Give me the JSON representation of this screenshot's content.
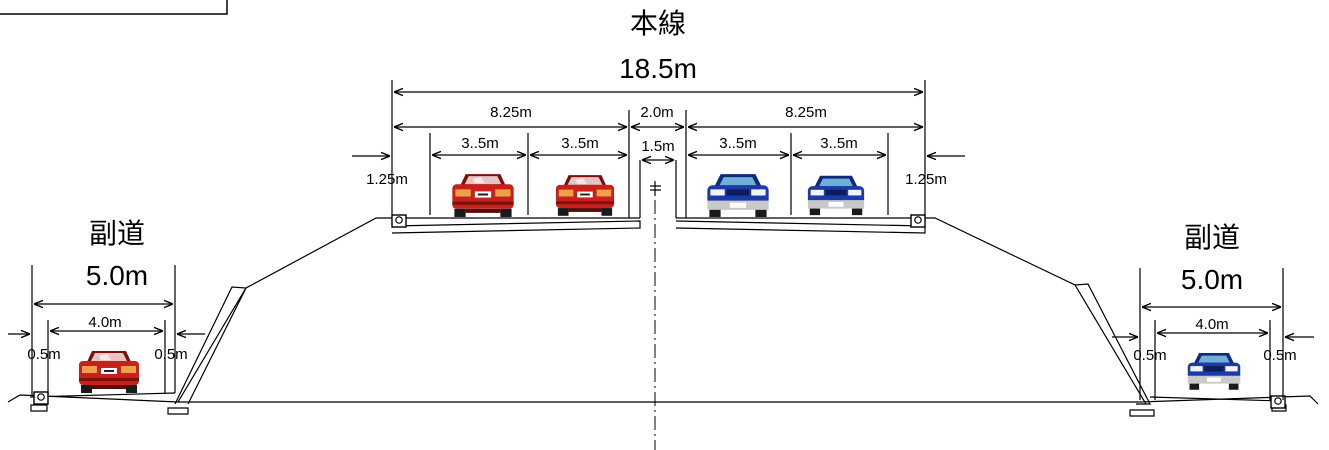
{
  "main": {
    "title": "本線",
    "width": "18.5m"
  },
  "side_left": {
    "title": "副道",
    "width": "5.0m",
    "lane": "4.0m",
    "shoulder_left": "0.5m",
    "shoulder_right": "0.5m"
  },
  "side_right": {
    "title": "副道",
    "width": "5.0m",
    "lane": "4.0m",
    "shoulder_left": "0.5m",
    "shoulder_right": "0.5m"
  },
  "carriageway": {
    "left_half": "8.25m",
    "median": "2.0m",
    "right_half": "8.25m",
    "median_inner": "1.5m",
    "lane_l1": "3..5m",
    "lane_l2": "3..5m",
    "lane_r1": "3..5m",
    "lane_r2": "3..5m",
    "shoulder_left": "1.25m",
    "shoulder_right": "1.25m"
  },
  "colors": {
    "red_car": "#c8201b",
    "blue_car": "#1c3ba8"
  }
}
